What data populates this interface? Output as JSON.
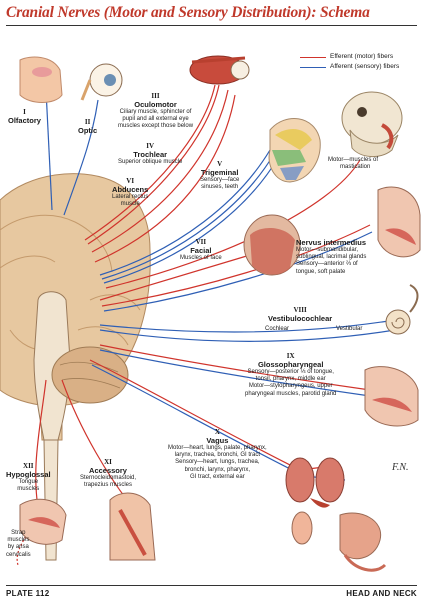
{
  "header": {
    "title": "Cranial Nerves (Motor and Sensory Distribution): Schema"
  },
  "legend": {
    "efferent": "Efferent (motor) fibers",
    "afferent": "Afferent (sensory) fibers",
    "efferent_color": "#d0342c",
    "afferent_color": "#2f5fb5"
  },
  "nerves": {
    "olfactory": {
      "num": "I",
      "name": "Olfactory"
    },
    "optic": {
      "num": "II",
      "name": "Optic"
    },
    "oculomotor": {
      "num": "III",
      "name": "Oculomotor",
      "desc": [
        "Ciliary muscle, sphincter of",
        "pupil and all external eye",
        "muscles except those below"
      ]
    },
    "trochlear": {
      "num": "IV",
      "name": "Trochlear",
      "desc": [
        "Superior oblique muscle"
      ]
    },
    "trigeminal": {
      "num": "V",
      "name": "Trigeminal",
      "desc": [
        "Sensory—face",
        "sinuses, teeth"
      ]
    },
    "abducens": {
      "num": "VI",
      "name": "Abducens",
      "desc": [
        "Lateral rectus",
        "muscle"
      ]
    },
    "facial": {
      "num": "VII",
      "name": "Facial",
      "desc": [
        "Muscles of face"
      ]
    },
    "intermedius": {
      "name": "Nervus intermedius",
      "desc": [
        "Motor—submandibular,",
        "sublingual, lacrimal glands",
        "Sensory—anterior ⅔ of",
        "tongue, soft palate"
      ]
    },
    "vestibulocochlear": {
      "num": "VIII",
      "name": "Vestibulocochlear",
      "cochlear": "Cochlear",
      "vestibular": "Vestibular"
    },
    "glossopharyngeal": {
      "num": "IX",
      "name": "Glossopharyngeal",
      "desc": [
        "Sensory—posterior ⅓ of tongue,",
        "tonsil, pharynx, middle ear",
        "Motor—stylopharyngeus, upper",
        "pharyngeal muscles, parotid gland"
      ]
    },
    "vagus": {
      "num": "X",
      "name": "Vagus",
      "desc": [
        "Motor—heart, lungs, palate, pharynx,",
        "larynx, trachea, bronchi, GI tract",
        "Sensory—heart, lungs, trachea,",
        "bronchi, larynx, pharynx,",
        "GI tract, external ear"
      ]
    },
    "accessory": {
      "num": "XI",
      "name": "Accessory",
      "desc": [
        "Sternocleidomastoid,",
        "trapezius muscles"
      ]
    },
    "hypoglossal": {
      "num": "XII",
      "name": "Hypoglossal",
      "desc": [
        "Tongue",
        "muscles"
      ]
    }
  },
  "trigeminal_motor": [
    "Motor—muscles of",
    "mastication"
  ],
  "strap_note": [
    "Strap",
    "muscles",
    "by ansa",
    "cervicalis"
  ],
  "footer": {
    "left": "PLATE 112",
    "right": "HEAD AND NECK"
  }
}
